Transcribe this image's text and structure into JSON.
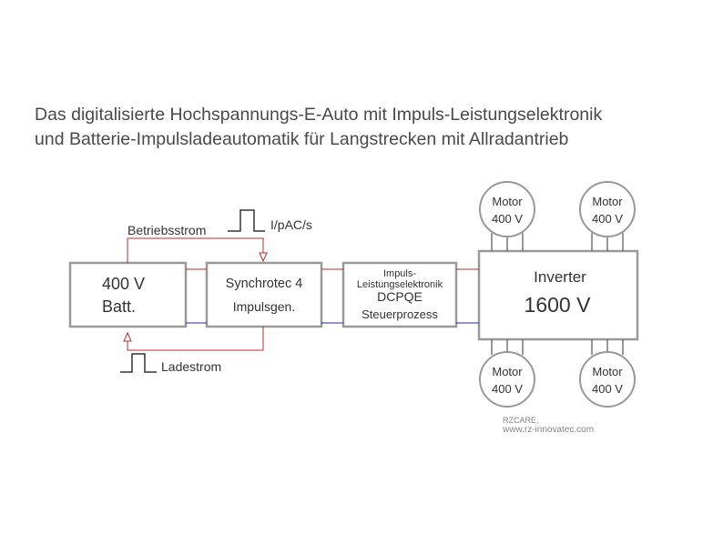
{
  "title": {
    "line1": "Das digitalisierte Hochspannungs-E-Auto mit Impuls-Leistungselektronik",
    "line2": "und Batterie-Impulsladeautomatik für Langstrecken mit Allradantrieb"
  },
  "battery": {
    "line1": "400 V",
    "line2": "Batt."
  },
  "synchrotec": {
    "line1": "Synchrotec 4",
    "line2": "Impulsgen."
  },
  "power_electronics": {
    "line1": "Impuls-",
    "line2": "Leistungselektronik",
    "line3": "DCPQE",
    "line4": "Steuerprozess"
  },
  "inverter": {
    "line1": "Inverter",
    "line2": "1600 V"
  },
  "motors": [
    {
      "line1": "Motor",
      "line2": "400 V"
    },
    {
      "line1": "Motor",
      "line2": "400 V"
    },
    {
      "line1": "Motor",
      "line2": "400 V"
    },
    {
      "line1": "Motor",
      "line2": "400 V"
    }
  ],
  "labels": {
    "operating_current": "Betriebsstrom",
    "pulse_signal": "I/pAC/s",
    "charging_current": "Ladestrom"
  },
  "credit": {
    "line1": "RZCARE,",
    "line2": "www.rz-innovatec.com"
  },
  "colors": {
    "positive_line": "#b03030",
    "negative_line": "#2a2a9a",
    "box_stroke": "#999999"
  }
}
